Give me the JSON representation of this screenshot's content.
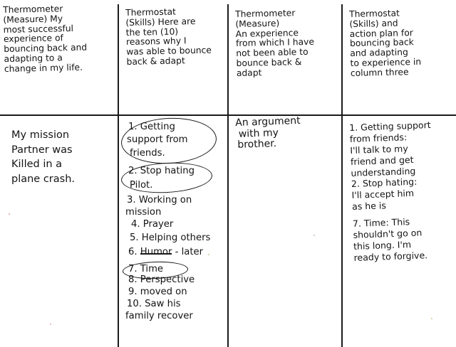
{
  "headers": [
    {
      "lines": [
        "Thermometer",
        "(Measure) My",
        "most successful",
        "experience of",
        "bouncing back and",
        "adapting to a",
        "change in my life."
      ]
    },
    {
      "lines": [
        "Thermostat",
        "(Skills) Here are",
        "the ten (10)",
        "reasons why I",
        "was able to bounce",
        "back & adapt"
      ]
    },
    {
      "lines": [
        "Thermometer",
        "(Measure)",
        "An experience",
        "from which I have",
        "not been able to",
        "bounce back &",
        "adapt"
      ]
    },
    {
      "lines": [
        "Thermostat",
        "(Skills) and",
        "action plan for",
        "bouncing back",
        "and adapting",
        "to experience in",
        "column three"
      ]
    }
  ],
  "column1": {
    "lines": [
      "My mission",
      "Partner was",
      "Killed in a",
      "plane crash."
    ]
  },
  "column2": {
    "items": [
      {
        "text": "1. Getting"
      },
      {
        "text": "support from"
      },
      {
        "text": "friends."
      },
      {
        "text": "2. Stop hating"
      },
      {
        "text": "Pilot."
      },
      {
        "text": "3. Working on"
      },
      {
        "text": "mission"
      },
      {
        "text": "4. Prayer"
      },
      {
        "text": "5. Helping others"
      },
      {
        "text": "6."
      },
      {
        "text": "7. Time"
      },
      {
        "text": "8. Perspective"
      },
      {
        "text": "9. moved on"
      },
      {
        "text": "10. Saw his"
      },
      {
        "text": "family recover"
      }
    ],
    "humor_struck": "Humor",
    "humor_note": "- later"
  },
  "column3": {
    "lines": [
      "An argument",
      "with my",
      "brother."
    ]
  },
  "column4": {
    "lines": [
      "1. Getting support",
      "from friends:",
      "I'll talk to my",
      "friend and get",
      "understanding",
      "2. Stop hating:",
      "I'll accept him",
      "as he is",
      "",
      "7. Time: This",
      "shouldn't go on",
      "this long. I'm",
      "ready to forgive."
    ]
  }
}
